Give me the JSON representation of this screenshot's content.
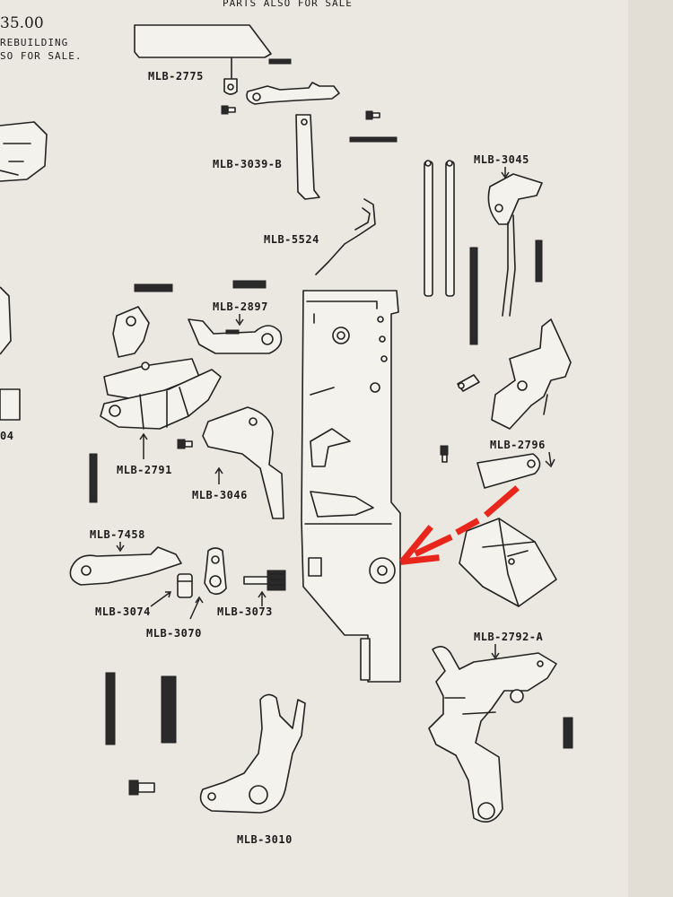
{
  "header": {
    "top_caption": "PARTS ALSO FOR SALE",
    "price": "35.00",
    "line1": "REBUILDING",
    "line2": "SO FOR SALE."
  },
  "labels": {
    "mlb_2775": "MLB-2775",
    "mlb_3039b": "MLB-3039-B",
    "mlb_5524": "MLB-5524",
    "mlb_3045": "MLB-3045",
    "mlb_2897": "MLB-2897",
    "mlb_2791": "MLB-2791",
    "mlb_3046": "MLB-3046",
    "mlb_2796": "MLB-2796",
    "mlb_7458": "MLB-7458",
    "mlb_3074": "MLB-3074",
    "mlb_3070": "MLB-3070",
    "mlb_3073": "MLB-3073",
    "mlb_2792a": "MLB-2792-A",
    "mlb_3010": "MLB-3010",
    "edge_04": "04"
  },
  "colors": {
    "paper": "#e9e6df",
    "ink": "#222222",
    "highlight_arrow": "#e8261c"
  },
  "icons": {
    "highlight": "red-dashed-arrow-icon"
  }
}
